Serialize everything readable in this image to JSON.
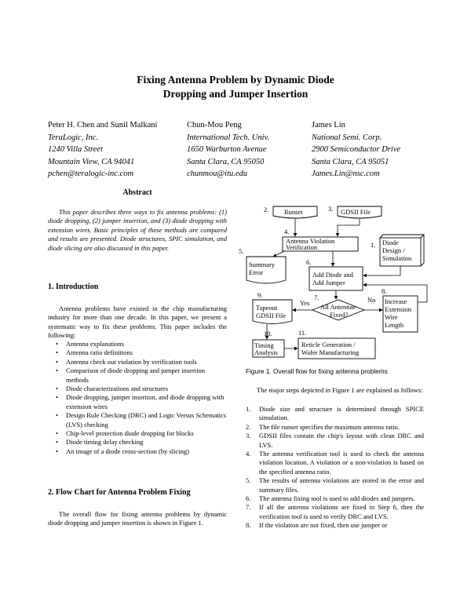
{
  "title": {
    "line1": "Fixing Antenna Problem by Dynamic Diode",
    "line2": "Dropping and Jumper Insertion"
  },
  "authors": [
    {
      "name": "Peter H. Chen and Sunil Malkani",
      "org": "TeraLogic, Inc.",
      "street": "1240 Villa Street",
      "city": "Mountain View, CA 94041",
      "email": "pchen@teralogic-inc.com"
    },
    {
      "name": "Chun-Mou Peng",
      "org": "International Tech. Univ.",
      "street": "1650 Warburton Avenue",
      "city": "Santa Clara, CA 95050",
      "email": "chunmou@itu.edu"
    },
    {
      "name": "James Lin",
      "org": "National Semi. Corp.",
      "street": "2900 Semiconductor Drive",
      "city": "Santa Clara, CA 95051",
      "email": "James.Lin@nsc.com"
    }
  ],
  "abstract": {
    "heading": "Abstract",
    "text": "This paper describes three ways to fix antenna problems: (1) diode dropping, (2) jumper insertion, and (3) diode dropping with extension wires. Basic principles of these methods are compared and results are presented. Diode structures, SPIC simulation, and diode slicing are also discussed in this paper."
  },
  "section1": {
    "heading": "1.   Introduction",
    "paragraph": "Antenna problems have existed in the chip manufacturing industry for more than one decade. In this paper, we present a systematic way to fix these problems. This paper includes the following:",
    "bullets": [
      "Antenna explanations",
      "Antenna ratio definitions",
      "Antenna check out violation by verification tools",
      "Comparison of diode dropping and jumper insertion methods",
      "Diode characterizations and structures",
      "Diode dropping, jumper insertion, and diode dropping with extension wires",
      "Design Rule Checking (DRC) and Logic Versus Schematics (LVS) checking",
      "Chip-level protection diode dropping for blocks",
      "Diode timing delay checking",
      "An image of a diode cross-section (by slicing)"
    ]
  },
  "section2": {
    "heading": "2.   Flow Chart for Antenna Problem Fixing",
    "paragraph": "The overall flow for fixing antenna problems by dynamic diode dropping and jumper insertion is shown in Figure 1."
  },
  "figure": {
    "caption": "Figure 1.    Overall flow for fixing antenna problems",
    "nodes": {
      "runset": "Runset",
      "gdsii": "GDSII File",
      "verify1": "Antenna Violation",
      "verify2": "Verification",
      "diode1": "Diode",
      "diode2": "Design /",
      "diode3": "Simulation",
      "summary1": "Summary",
      "summary2": "Error",
      "add1": "Add Diode and",
      "add2": "Add Jumper",
      "fixed1": "All Antennae",
      "fixed2": "Fixed?",
      "tapeout1": "Tapeout",
      "tapeout2": "GDSII File",
      "ext1": "Increase",
      "ext2": "Extension",
      "ext3": "Wire",
      "ext4": "Length",
      "timing1": "Timing",
      "timing2": "Analysis",
      "reticle1": "Reticle Generation /",
      "reticle2": "Wafer Manufacturing"
    },
    "step_labels": [
      "1.",
      "2.",
      "3.",
      "4.",
      "5.",
      "6.",
      "7.",
      "8.",
      "9.",
      "10.",
      "11."
    ],
    "yes": "Yes",
    "no": "No"
  },
  "steps": {
    "intro": "The major steps depicted in Figure 1 are explained as follows:",
    "items": [
      {
        "n": "1.",
        "text": "Diode size and structure is determined through SPICE simulation."
      },
      {
        "n": "2.",
        "text": "The file runset specifies the maximum antenna ratio."
      },
      {
        "n": "3.",
        "text": "GDSII files contain the chip's layout with clean DRC and LVS."
      },
      {
        "n": "4.",
        "text": "The antenna verification tool is used to check the antenna violation location. A violation or a non-violation is based on the specified antenna ratio."
      },
      {
        "n": "5.",
        "text": "The results of antenna violations are stored in the error and summary files."
      },
      {
        "n": "6.",
        "text": "The antenna fixing tool is used to add diodes and jumpers."
      },
      {
        "n": "7.",
        "text": "If all the antenna violations are fixed in Step 6, then the verification tool is used to verify DRC and LVS."
      },
      {
        "n": "8.",
        "text": "If the violation are not fixed, then use jumper or"
      }
    ]
  }
}
